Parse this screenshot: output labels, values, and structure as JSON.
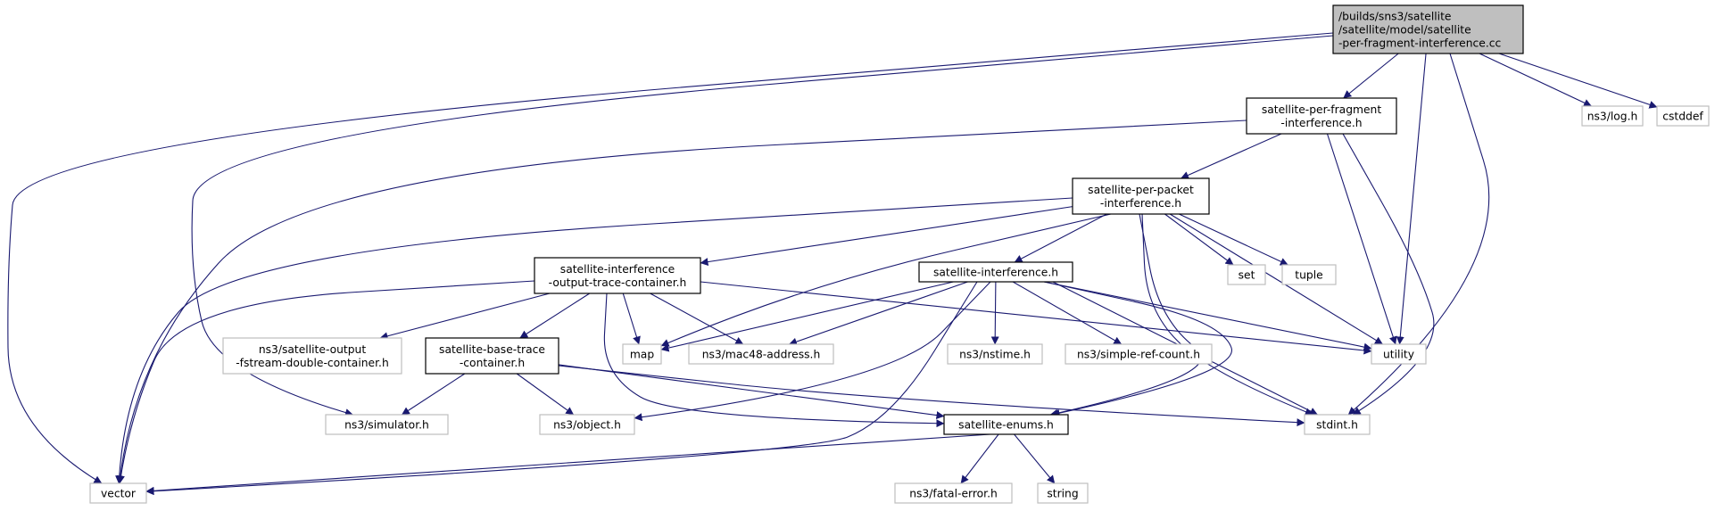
{
  "colors": {
    "edge": "#191970",
    "root_fill": "#bfbfbf",
    "project_border": "#000000",
    "external_border": "#bfbfbf",
    "text": "#000000"
  },
  "nodes": [
    {
      "id": "root",
      "kind": "root",
      "lines": [
        "/builds/sns3/satellite",
        "/satellite/model/satellite",
        "-per-fragment-interference.cc"
      ]
    },
    {
      "id": "frag_h",
      "kind": "project",
      "lines": [
        "satellite-per-fragment",
        "-interference.h"
      ]
    },
    {
      "id": "log_h",
      "kind": "external",
      "lines": [
        "ns3/log.h"
      ]
    },
    {
      "id": "cstddef",
      "kind": "external",
      "lines": [
        "cstddef"
      ]
    },
    {
      "id": "packet_h",
      "kind": "project",
      "lines": [
        "satellite-per-packet",
        "-interference.h"
      ]
    },
    {
      "id": "set",
      "kind": "external",
      "lines": [
        "set"
      ]
    },
    {
      "id": "tuple",
      "kind": "external",
      "lines": [
        "tuple"
      ]
    },
    {
      "id": "out_trace_h",
      "kind": "project",
      "lines": [
        "satellite-interference",
        "-output-trace-container.h"
      ]
    },
    {
      "id": "interf_h",
      "kind": "project",
      "lines": [
        "satellite-interference.h"
      ]
    },
    {
      "id": "fstream_h",
      "kind": "external",
      "lines": [
        "ns3/satellite-output",
        "-fstream-double-container.h"
      ]
    },
    {
      "id": "base_trace_h",
      "kind": "project",
      "lines": [
        "satellite-base-trace",
        "-container.h"
      ]
    },
    {
      "id": "map",
      "kind": "external",
      "lines": [
        "map"
      ]
    },
    {
      "id": "mac48_h",
      "kind": "external",
      "lines": [
        "ns3/mac48-address.h"
      ]
    },
    {
      "id": "nstime_h",
      "kind": "external",
      "lines": [
        "ns3/nstime.h"
      ]
    },
    {
      "id": "refcount_h",
      "kind": "external",
      "lines": [
        "ns3/simple-ref-count.h"
      ]
    },
    {
      "id": "utility",
      "kind": "external",
      "lines": [
        "utility"
      ]
    },
    {
      "id": "simulator_h",
      "kind": "external",
      "lines": [
        "ns3/simulator.h"
      ]
    },
    {
      "id": "object_h",
      "kind": "external",
      "lines": [
        "ns3/object.h"
      ]
    },
    {
      "id": "enums_h",
      "kind": "project",
      "lines": [
        "satellite-enums.h"
      ]
    },
    {
      "id": "stdint_h",
      "kind": "external",
      "lines": [
        "stdint.h"
      ]
    },
    {
      "id": "vector",
      "kind": "external",
      "lines": [
        "vector"
      ]
    },
    {
      "id": "fatal_h",
      "kind": "external",
      "lines": [
        "ns3/fatal-error.h"
      ]
    },
    {
      "id": "string",
      "kind": "external",
      "lines": [
        "string"
      ]
    }
  ],
  "edges": [
    [
      "root",
      "frag_h"
    ],
    [
      "root",
      "log_h"
    ],
    [
      "root",
      "cstddef"
    ],
    [
      "root",
      "utility"
    ],
    [
      "root",
      "stdint_h"
    ],
    [
      "root",
      "simulator_h"
    ],
    [
      "root",
      "vector"
    ],
    [
      "frag_h",
      "packet_h"
    ],
    [
      "frag_h",
      "utility"
    ],
    [
      "frag_h",
      "stdint_h"
    ],
    [
      "frag_h",
      "vector"
    ],
    [
      "packet_h",
      "out_trace_h"
    ],
    [
      "packet_h",
      "interf_h"
    ],
    [
      "packet_h",
      "map"
    ],
    [
      "packet_h",
      "set"
    ],
    [
      "packet_h",
      "tuple"
    ],
    [
      "packet_h",
      "utility"
    ],
    [
      "packet_h",
      "stdint_h"
    ],
    [
      "packet_h",
      "enums_h"
    ],
    [
      "packet_h",
      "vector"
    ],
    [
      "out_trace_h",
      "fstream_h"
    ],
    [
      "out_trace_h",
      "base_trace_h"
    ],
    [
      "out_trace_h",
      "map"
    ],
    [
      "out_trace_h",
      "mac48_h"
    ],
    [
      "out_trace_h",
      "utility"
    ],
    [
      "out_trace_h",
      "enums_h"
    ],
    [
      "out_trace_h",
      "vector"
    ],
    [
      "interf_h",
      "map"
    ],
    [
      "interf_h",
      "mac48_h"
    ],
    [
      "interf_h",
      "nstime_h"
    ],
    [
      "interf_h",
      "refcount_h"
    ],
    [
      "interf_h",
      "utility"
    ],
    [
      "interf_h",
      "stdint_h"
    ],
    [
      "interf_h",
      "object_h"
    ],
    [
      "interf_h",
      "enums_h"
    ],
    [
      "interf_h",
      "vector"
    ],
    [
      "base_trace_h",
      "simulator_h"
    ],
    [
      "base_trace_h",
      "object_h"
    ],
    [
      "base_trace_h",
      "enums_h"
    ],
    [
      "base_trace_h",
      "stdint_h"
    ],
    [
      "enums_h",
      "vector"
    ],
    [
      "enums_h",
      "fatal_h"
    ],
    [
      "enums_h",
      "string"
    ]
  ]
}
